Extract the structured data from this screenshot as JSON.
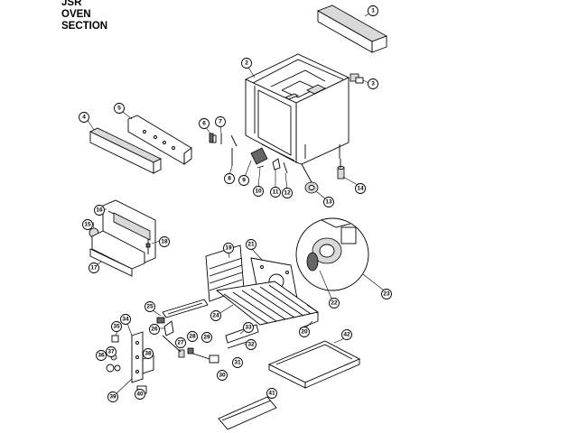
{
  "title": {
    "line1": "JSR",
    "line2": "OVEN",
    "line3": "SECTION"
  },
  "callouts": [
    "1",
    "2",
    "3",
    "4",
    "5",
    "6",
    "7",
    "8",
    "9",
    "10",
    "11",
    "12",
    "13",
    "14",
    "15",
    "16",
    "17",
    "18",
    "19",
    "20",
    "21",
    "22",
    "23",
    "24",
    "25",
    "26",
    "27",
    "28",
    "29",
    "30",
    "31",
    "32",
    "33",
    "34",
    "35",
    "36",
    "37",
    "38",
    "39",
    "40",
    "41",
    "42"
  ]
}
